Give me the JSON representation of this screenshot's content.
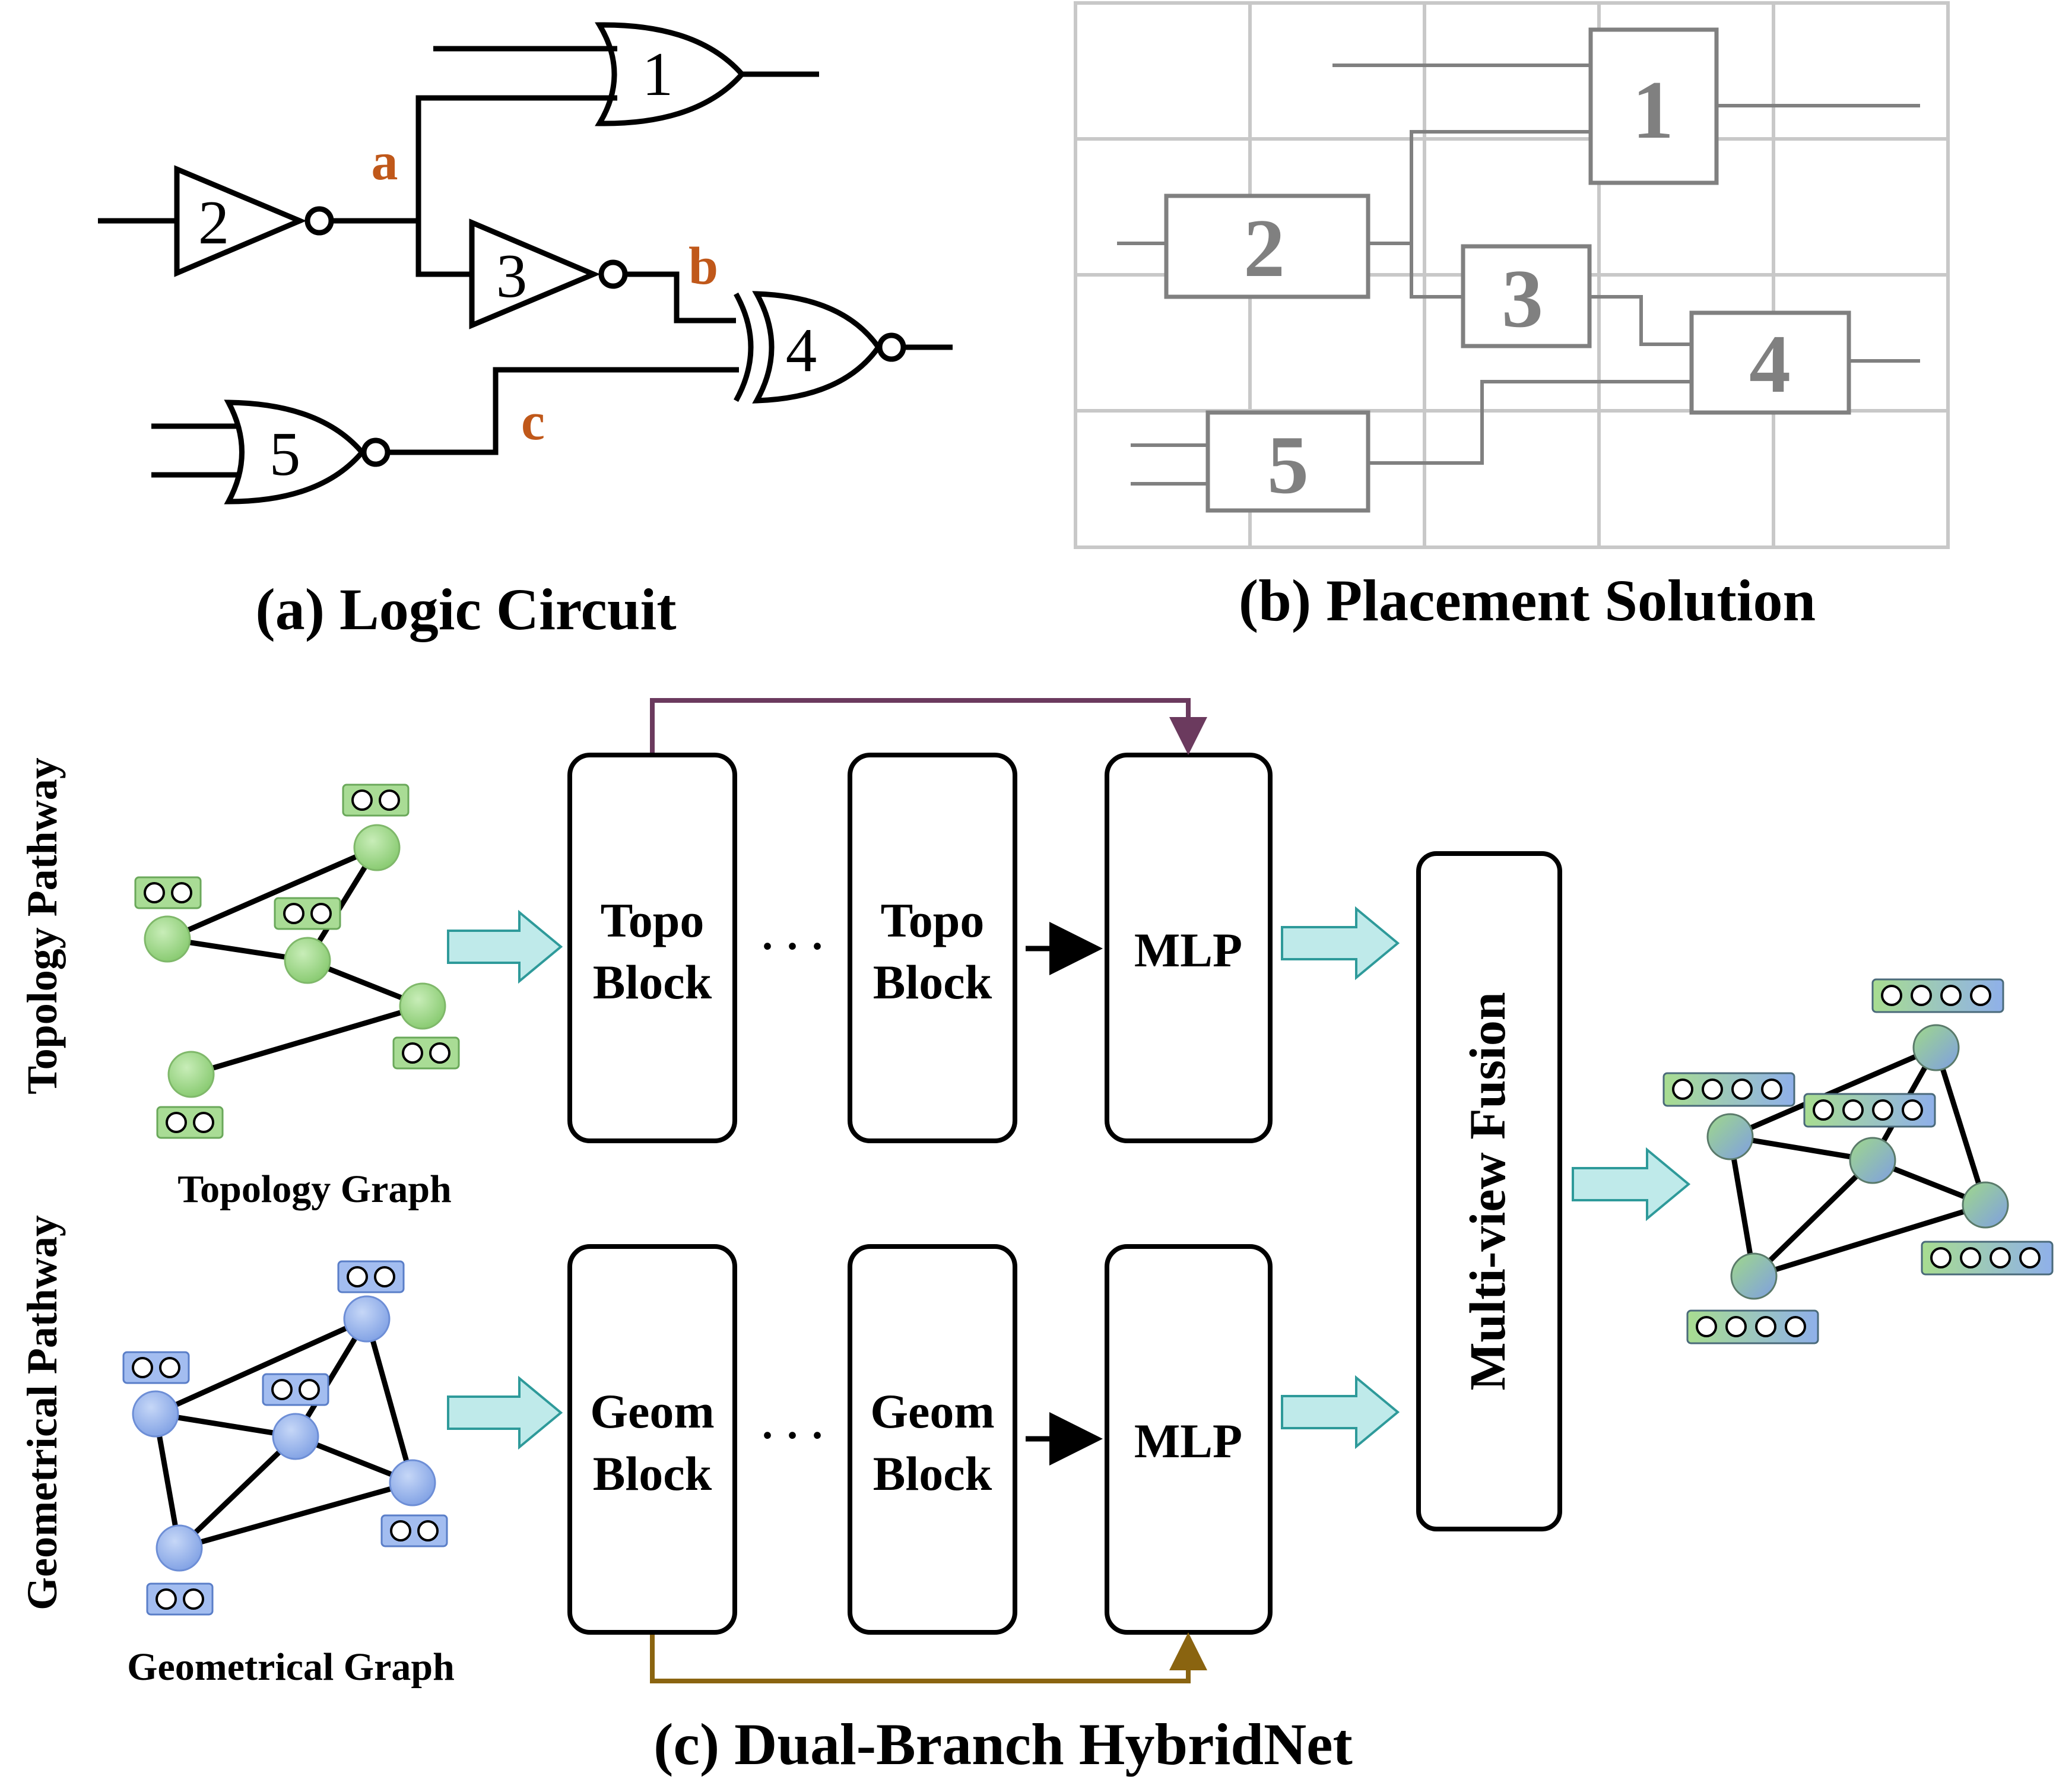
{
  "panel_a": {
    "caption": "(a) Logic Circuit",
    "gate_labels": [
      "1",
      "2",
      "3",
      "4",
      "5"
    ],
    "net_labels": [
      "a",
      "b",
      "c"
    ],
    "net_label_color": "#c0581a"
  },
  "panel_b": {
    "caption": "(b) Placement Solution",
    "cell_labels": [
      "1",
      "2",
      "3",
      "4",
      "5"
    ],
    "grid_color": "#c8c8c8",
    "cell_color": "#808080"
  },
  "panel_c": {
    "caption": "(c) Dual-Branch HybridNet",
    "topology": {
      "pathway_label": "Topology Pathway",
      "graph_label": "Topology Graph",
      "block_label_1": "Topo",
      "block_label_2": "Block",
      "mlp_label": "MLP",
      "node_color": "#9fd88a",
      "skip_color": "#6b3a5e"
    },
    "geometry": {
      "pathway_label": "Geometrical Pathway",
      "graph_label": "Geometrical Graph",
      "block_label_1": "Geom",
      "block_label_2": "Block",
      "mlp_label": "MLP",
      "node_color": "#9bb8ec",
      "skip_color": "#8a6410"
    },
    "ellipsis": "· · ·",
    "fusion_label": "Multi-view Fusion",
    "arrow_color": "#bfeaea",
    "arrow_stroke": "#2e9a9a"
  }
}
